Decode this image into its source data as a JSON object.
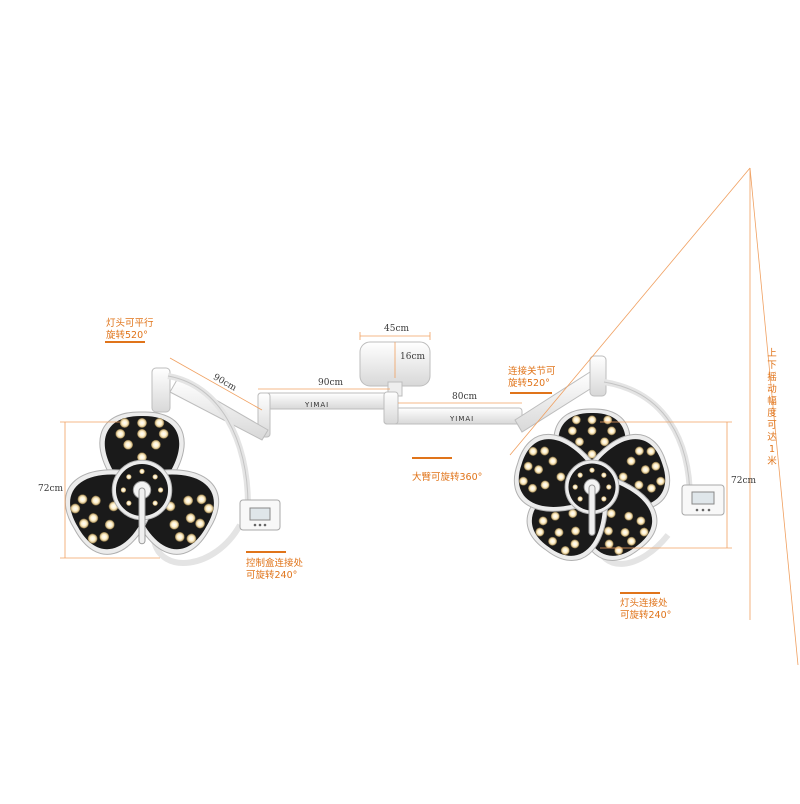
{
  "brand": "YIMAI",
  "dimensions": {
    "ceiling_width": "45cm",
    "ceiling_height": "16cm",
    "left_short_arm": "90cm",
    "left_main_arm": "90cm",
    "right_main_arm": "80cm",
    "left_head_height": "72cm",
    "right_head_height": "72cm"
  },
  "annotations": {
    "head_rotation": [
      "灯头可平行",
      "旋转520°"
    ],
    "joint_rotation": [
      "连接关节可",
      "旋转520°"
    ],
    "arm_rotation": "大臂可旋转360°",
    "control_box_rotation": [
      "控制盒连接处",
      "可旋转240°"
    ],
    "head_joint_rotation": [
      "灯头连接处",
      "可旋转240°"
    ],
    "vertical_swing": "上下摇动幅度可达1米"
  },
  "colors": {
    "annotation": "#e0741a",
    "dimension_line": "#f0a060",
    "arm": "#f4f4f4",
    "lamp_head": "#1a1a1a",
    "led": "#fff3d6"
  }
}
